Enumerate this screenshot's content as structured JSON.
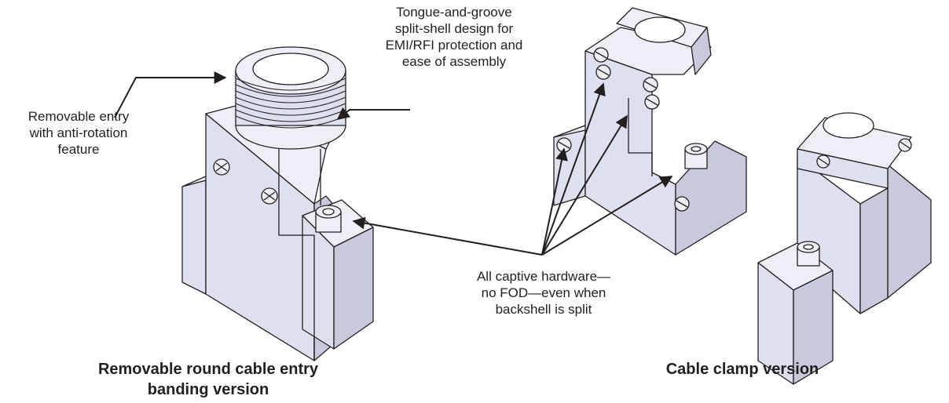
{
  "colors": {
    "body_fill": "#dfe0ef",
    "body_light": "#eeeef7",
    "body_dark": "#c8c9dd",
    "outline": "#231f20",
    "text": "#231f20"
  },
  "callouts": {
    "tongue_groove": "Tongue-and-groove\nsplit-shell design for\nEMI/RFI protection and\nease of assembly",
    "removable_entry": "Removable entry\nwith anti-rotation\nfeature",
    "captive_hardware": "All captive hardware—\nno FOD—even when\nbackshell is split"
  },
  "captions": {
    "banding_version": "Removable round cable entry\nbanding version",
    "clamp_version": "Cable clamp version"
  },
  "parts": [
    {
      "name": "removable-round-entry-banding-backshell",
      "features": [
        "threaded removable entry",
        "cross-slot screws",
        "socket head cap screw"
      ]
    },
    {
      "name": "cable-clamp-backshell-split",
      "features": [
        "clamp saddle",
        "slotted screws",
        "socket head cap screw"
      ]
    },
    {
      "name": "cable-clamp-backshell",
      "features": [
        "clamp saddle",
        "slotted screws",
        "socket head cap screw"
      ]
    }
  ]
}
